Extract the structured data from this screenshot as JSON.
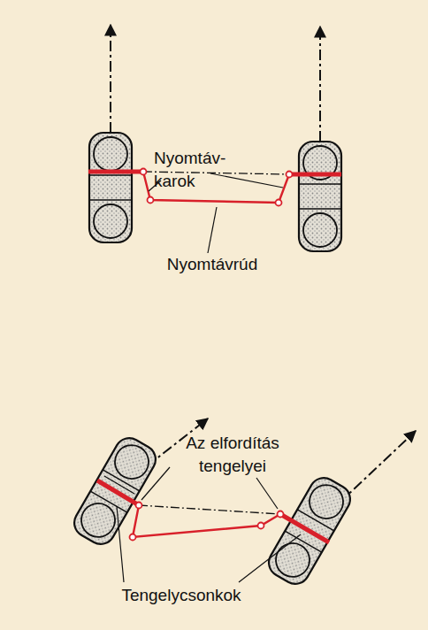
{
  "diagram": {
    "labels": [
      "Nyomtáv- karok",
      "Nyomtávrúd",
      "Az elfordítás tengelyei",
      "Tengelycsonkok"
    ]
  }
}
